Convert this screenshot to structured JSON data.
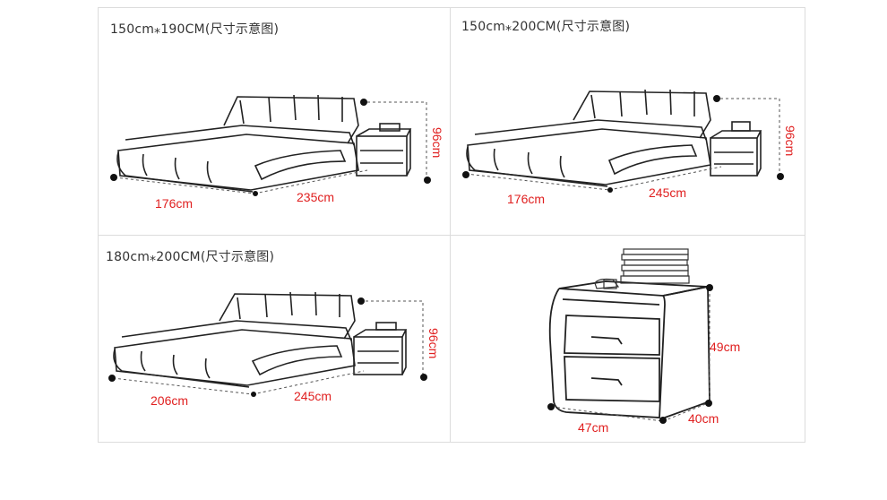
{
  "panels": [
    {
      "caption": "150cm⁎190CM(尺寸示意图)",
      "width": "176cm",
      "length": "235cm",
      "height": "96cm"
    },
    {
      "caption": "150cm⁎200CM(尺寸示意图)",
      "width": "176cm",
      "length": "245cm",
      "height": "96cm"
    },
    {
      "caption": "180cm⁎200CM(尺寸示意图)",
      "width": "206cm",
      "length": "245cm",
      "height": "96cm"
    }
  ],
  "nightstand": {
    "height": "49cm",
    "depth": "40cm",
    "width": "47cm"
  },
  "colors": {
    "dimension": "#e02020",
    "line": "#222222",
    "grid": "#dcdcdc"
  }
}
